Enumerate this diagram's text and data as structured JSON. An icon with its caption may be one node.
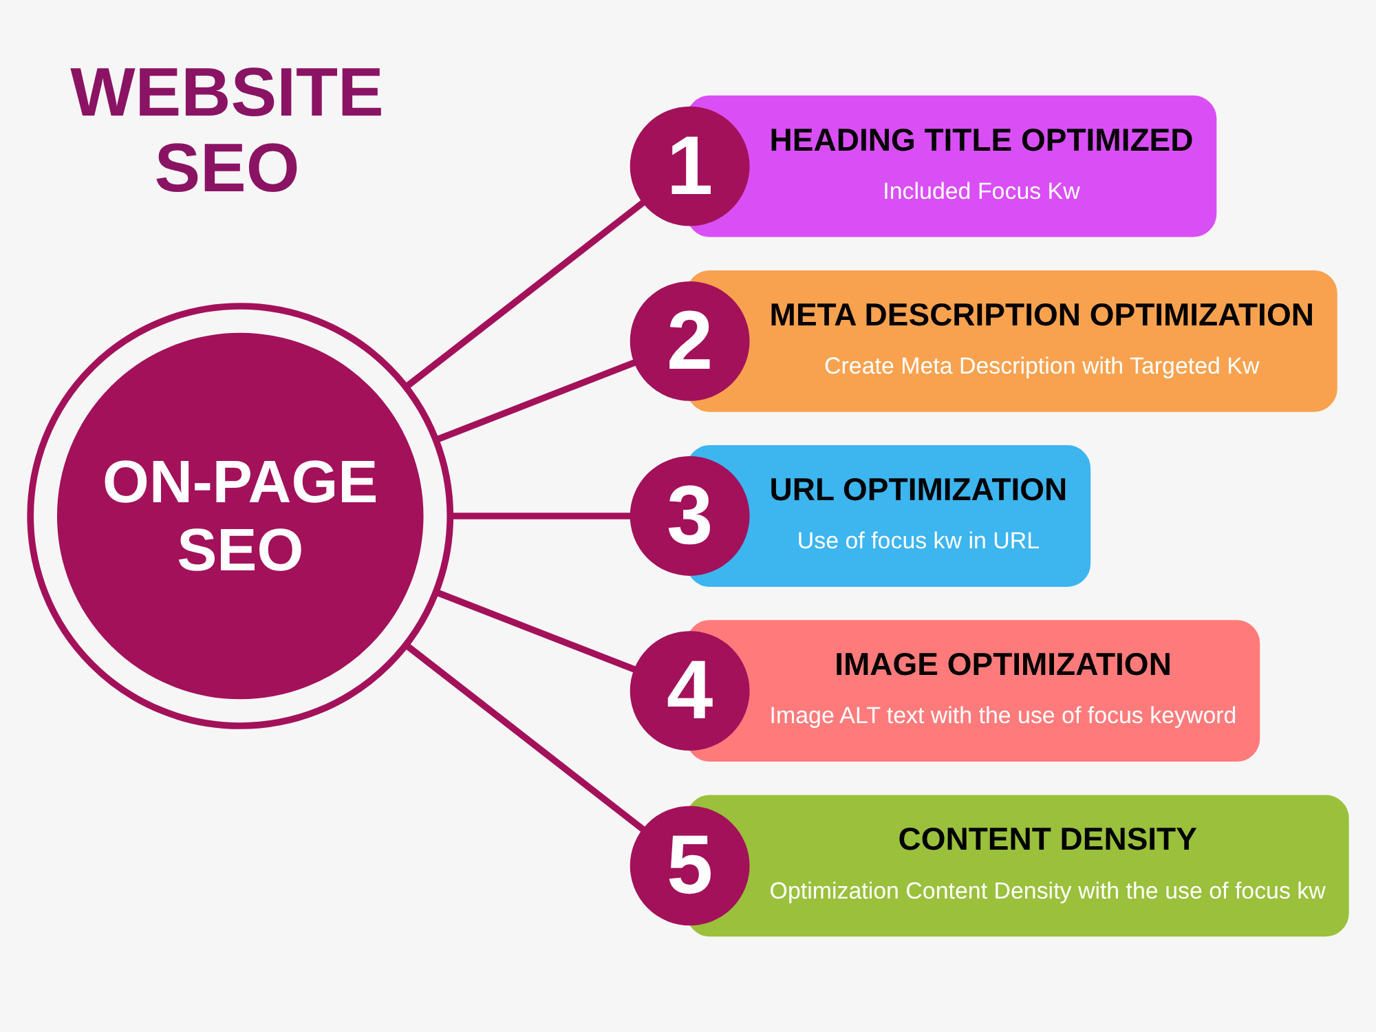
{
  "diagram": {
    "title": "WEBSITE SEO",
    "nodes": [
      {
        "text": [
          "ON-PAGE SEO"
        ]
      },
      {
        "text": [
          "1"
        ]
      },
      {
        "text": [
          "HEADING TITLE OPTIMIZED",
          "Included Focus Kw"
        ]
      },
      {
        "text": [
          "2"
        ]
      },
      {
        "text": [
          "META DESCRIPTION OPTIMIZATION",
          "Create Meta Description with Targeted Kw"
        ]
      },
      {
        "text": [
          "3"
        ]
      },
      {
        "text": [
          "URL OPTIMIZATION",
          "Use of focus kw in URL"
        ]
      },
      {
        "text": [
          "4"
        ]
      },
      {
        "text": [
          "IMAGE OPTIMIZATION",
          "Image ALT text with the use of focus keyword"
        ]
      },
      {
        "text": [
          "5"
        ]
      },
      {
        "text": [
          "CONTENT DENSITY",
          "Optimization Content Density with the use of focus kw"
        ]
      }
    ],
    "edges": [
      {
        "from": 0,
        "to": 1,
        "arrow": "none"
      },
      {
        "from": 0,
        "to": 3,
        "arrow": "none"
      },
      {
        "from": 0,
        "to": 5,
        "arrow": "none"
      },
      {
        "from": 0,
        "to": 7,
        "arrow": "none"
      },
      {
        "from": 0,
        "to": 9,
        "arrow": "none"
      }
    ]
  }
}
